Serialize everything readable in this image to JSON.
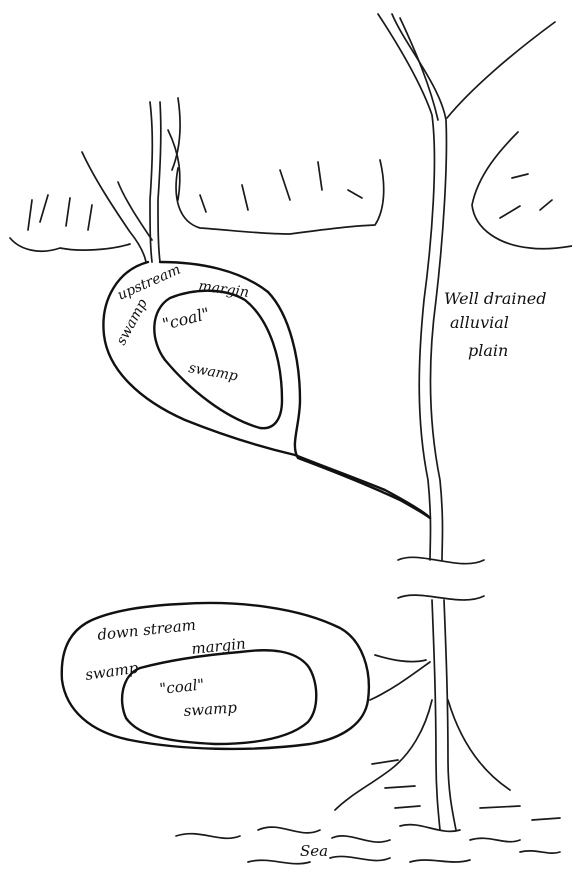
{
  "labels": {
    "upstream": "upstream",
    "margin_upper": "margin",
    "swamp_upper_margin": "swamp",
    "coal_upper": "\"coal\"",
    "swamp_upper_core": "swamp",
    "well": "Well drained",
    "alluvial": "alluvial",
    "plain": "plain",
    "downstream": "down stream",
    "margin_lower": "margin",
    "swamp_lower_margin": "swamp",
    "coal_lower": "\"coal\"",
    "swamp_lower_core": "swamp",
    "sea": "Sea"
  },
  "colors": {
    "ink": "#1a1a1a",
    "paper": "#ffffff"
  }
}
